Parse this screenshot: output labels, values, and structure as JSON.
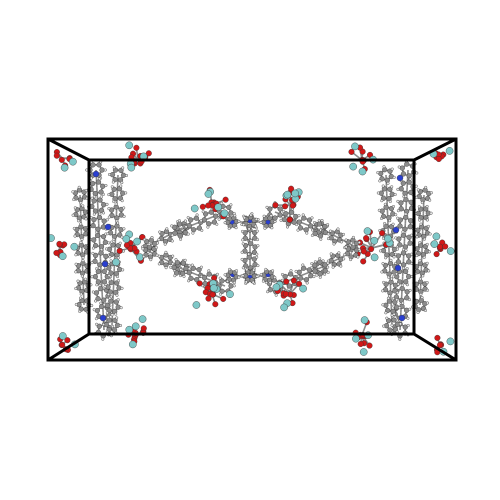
{
  "scene": {
    "description_colors": {
      "background": "#ffffff",
      "cell_edge": "#000000",
      "bond": "#8a8a8a",
      "carbon": "#8c8c8c",
      "hydrogen": "#e8e8e8",
      "oxygen": "#d01818",
      "nitrogen": "#2a3fd0",
      "metal": "#7ec8c8"
    },
    "view": "unit-cell-perspective",
    "elements": [
      "carbon",
      "hydrogen",
      "oxygen",
      "nitrogen",
      "metal"
    ]
  }
}
